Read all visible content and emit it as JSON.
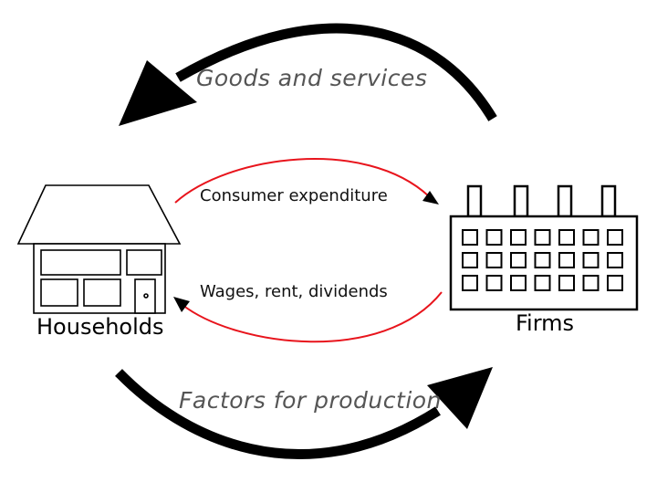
{
  "labels": {
    "goods_services": "Goods and services",
    "factors_production": "Factors for production",
    "consumer_expenditure": "Consumer expenditure",
    "wages_rent_dividends": "Wages, rent, dividends",
    "households": "Households",
    "firms": "Firms"
  },
  "colors": {
    "outer_arrows": "#000000",
    "inner_arrows": "#e8141c",
    "italic_text": "#555555"
  },
  "icons": {
    "households": "house-icon",
    "firms": "factory-icon"
  }
}
